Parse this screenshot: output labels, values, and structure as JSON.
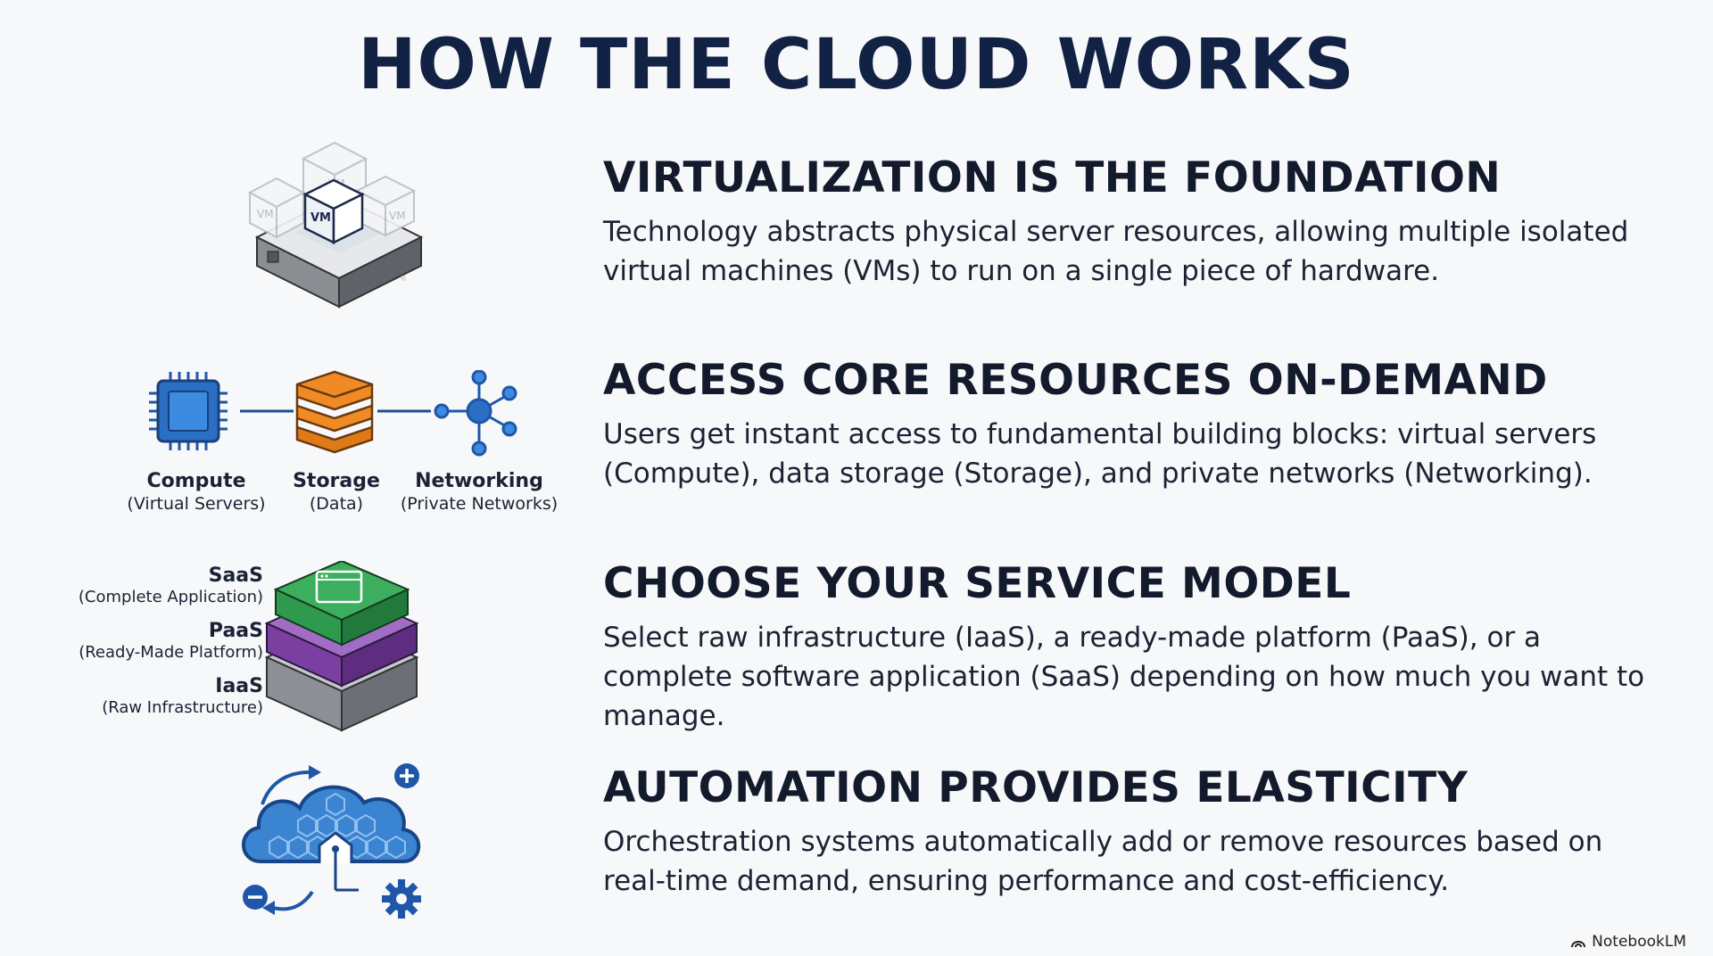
{
  "title": "HOW THE CLOUD WORKS",
  "sections": [
    {
      "heading": "VIRTUALIZATION IS THE FOUNDATION",
      "body": "Technology abstracts physical server resources, allowing multiple isolated virtual machines (VMs) to run on a single piece of hardware.",
      "icon": "server-with-vms-icon",
      "vm_label": "VM"
    },
    {
      "heading": "ACCESS CORE RESOURCES ON-DEMAND",
      "body": "Users get instant access to fundamental building blocks: virtual servers (Compute), data storage (Storage), and private networks (Networking).",
      "resources": [
        {
          "name": "Compute",
          "sub": "(Virtual Servers)",
          "icon": "cpu-chip-icon"
        },
        {
          "name": "Storage",
          "sub": "(Data)",
          "icon": "storage-stack-icon"
        },
        {
          "name": "Networking",
          "sub": "(Private Networks)",
          "icon": "network-nodes-icon"
        }
      ]
    },
    {
      "heading": "CHOOSE YOUR SERVICE MODEL",
      "body": "Select raw infrastructure (IaaS), a ready-made platform (PaaS), or a complete software application (SaaS) depending on how much you want to manage.",
      "layers": [
        {
          "name": "SaaS",
          "sub": "(Complete Application)"
        },
        {
          "name": "PaaS",
          "sub": "(Ready-Made Platform)"
        },
        {
          "name": "IaaS",
          "sub": "(Raw Infrastructure)"
        }
      ]
    },
    {
      "heading": "AUTOMATION PROVIDES ELASTICITY",
      "body": "Orchestration systems automatically add or remove resources based on real-time demand, ensuring performance and cost-efficiency.",
      "icon": "elastic-cloud-icon"
    }
  ],
  "brand": "NotebookLM",
  "colors": {
    "title": "#112244",
    "blue": "#2a6fc4",
    "orange": "#f08a24",
    "saas_green": "#2e9a4e",
    "paas_purple": "#7a3fa0",
    "iaas_gray": "#8c9096"
  }
}
